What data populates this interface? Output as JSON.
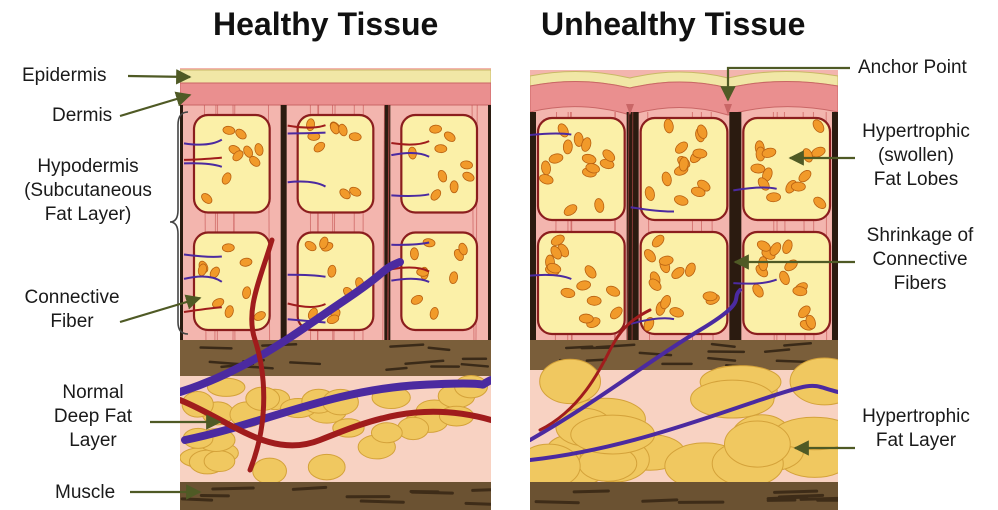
{
  "titles": {
    "healthy": "Healthy Tissue",
    "unhealthy": "Unhealthy Tissue"
  },
  "left_labels": {
    "epidermis": "Epidermis",
    "dermis": "Dermis",
    "hypodermis": [
      "Hypodermis",
      "(Subcutaneous",
      "Fat Layer)"
    ],
    "connective_fiber": [
      "Connective",
      "Fiber"
    ],
    "normal_deep_fat": [
      "Normal",
      "Deep Fat",
      "Layer"
    ],
    "muscle": "Muscle"
  },
  "right_labels": {
    "anchor_point": "Anchor Point",
    "hypertrophic_lobes": [
      "Hypertrophic",
      "(swollen)",
      "Fat Lobes"
    ],
    "shrinkage": [
      "Shrinkage of",
      "Connective",
      "Fibers"
    ],
    "hypertrophic_layer": [
      "Hypertrophic",
      "Fat Layer"
    ]
  },
  "colors": {
    "epidermis": "#f1e7a6",
    "dermis": "#ea8f8f",
    "tissue_pink": "#f3b5ae",
    "fiber_dark": "#2b1b10",
    "fat_cell": "#f0c860",
    "fat_lobe_fill": "#fbf0a8",
    "lobe_cell": "#f19a2a",
    "vein": "#4b2aa0",
    "artery": "#a01c1c",
    "muscle": "#6b5232",
    "arrow": "#4f5a25"
  }
}
